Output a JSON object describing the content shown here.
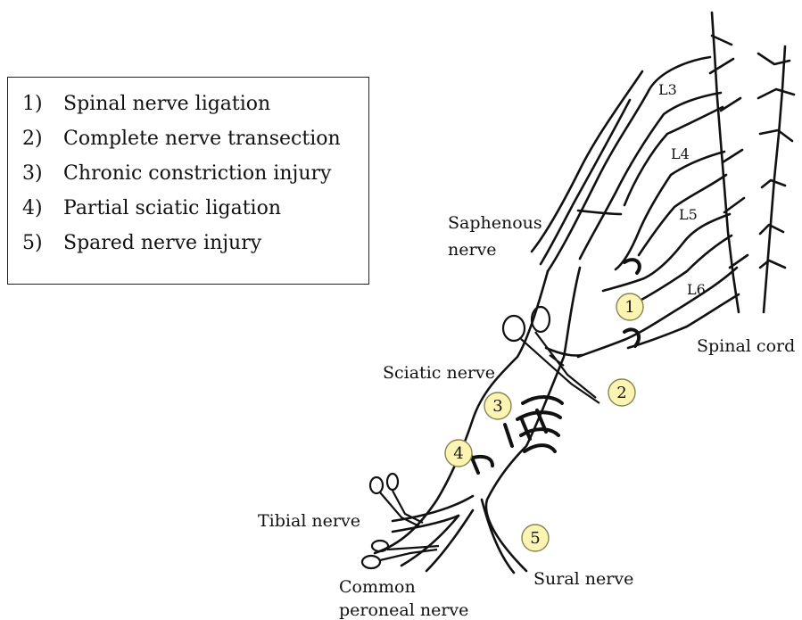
{
  "legend": {
    "items": [
      {
        "num": "1)",
        "text": "Spinal nerve ligation"
      },
      {
        "num": "2)",
        "text": "Complete nerve transection"
      },
      {
        "num": "3)",
        "text": "Chronic constriction injury"
      },
      {
        "num": "4)",
        "text": "Partial sciatic ligation"
      },
      {
        "num": "5)",
        "text": "Spared nerve injury"
      }
    ]
  },
  "labels": {
    "saphenous": [
      "Saphenous",
      "nerve"
    ],
    "spinal_cord": "Spinal cord",
    "sciatic": "Sciatic nerve",
    "tibial": "Tibial nerve",
    "common_peroneal": [
      "Common",
      "peroneal nerve"
    ],
    "sural": "Sural nerve"
  },
  "levels": [
    "L3",
    "L4",
    "L5",
    "L6"
  ],
  "badges": [
    "1",
    "2",
    "3",
    "4",
    "5"
  ],
  "colors": {
    "badge_fill": "#fcf4b2",
    "badge_stroke": "#8a8450",
    "line": "#111111"
  }
}
